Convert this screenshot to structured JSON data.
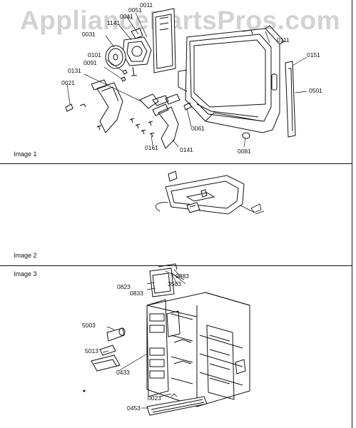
{
  "watermark": "AppliancePartsPros.com",
  "header_note": "",
  "sections": [
    {
      "label": "Image 1"
    },
    {
      "label": "Image 2"
    },
    {
      "label": "Image 3"
    }
  ],
  "image1": {
    "callouts": [
      "0011",
      "0051",
      "0041",
      "1141",
      "0031",
      "0101",
      "0091",
      "0131",
      "0021",
      "0111",
      "0151",
      "0501",
      "0061",
      "0161",
      "0141",
      "0081"
    ]
  },
  "image3": {
    "callouts": [
      "0883",
      "3503",
      "0823",
      "0833",
      "5003",
      "5013",
      "0433",
      "0023",
      "0453"
    ]
  }
}
